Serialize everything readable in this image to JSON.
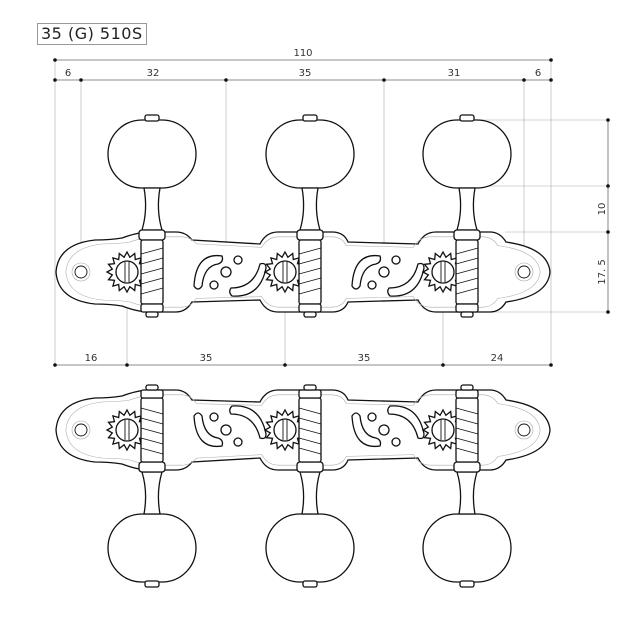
{
  "title": "35 (G) 510S",
  "dimensions": {
    "overall": "110",
    "top_row": [
      "6",
      "32",
      "35",
      "31",
      "6"
    ],
    "bottom_row": [
      "16",
      "35",
      "35",
      "24"
    ],
    "right_side": [
      "10",
      "17. 5"
    ]
  }
}
